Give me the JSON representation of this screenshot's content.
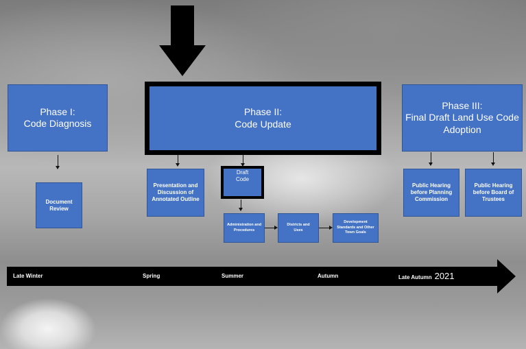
{
  "phases": [
    {
      "title_line1": "Phase I:",
      "title_line2": "Code Diagnosis"
    },
    {
      "title_line1": "Phase II:",
      "title_line2": "Code Update"
    },
    {
      "title_line1": "Phase III:",
      "title_line2": "Final Draft Land Use Code Adoption"
    }
  ],
  "steps": {
    "document_review": "Document Review",
    "presentation": "Presentation and Discussion of Annotated Outline",
    "draft_code": "Draft Code",
    "administration": "Administration and Procedures",
    "districts": "Districts and Uses",
    "development": "Development Standards and Other Town Goals",
    "hearing_planning": "Public Hearing before Planning Commission",
    "hearing_trustees": "Public Hearing before Board of Trustees"
  },
  "timeline": {
    "labels": [
      "Late Winter",
      "Spring",
      "Summer",
      "Autumn",
      "Late Autumn"
    ],
    "year": "2021"
  },
  "colors": {
    "box_fill": "#4472c4",
    "highlight_border": "#000000",
    "timeline": "#000000"
  }
}
